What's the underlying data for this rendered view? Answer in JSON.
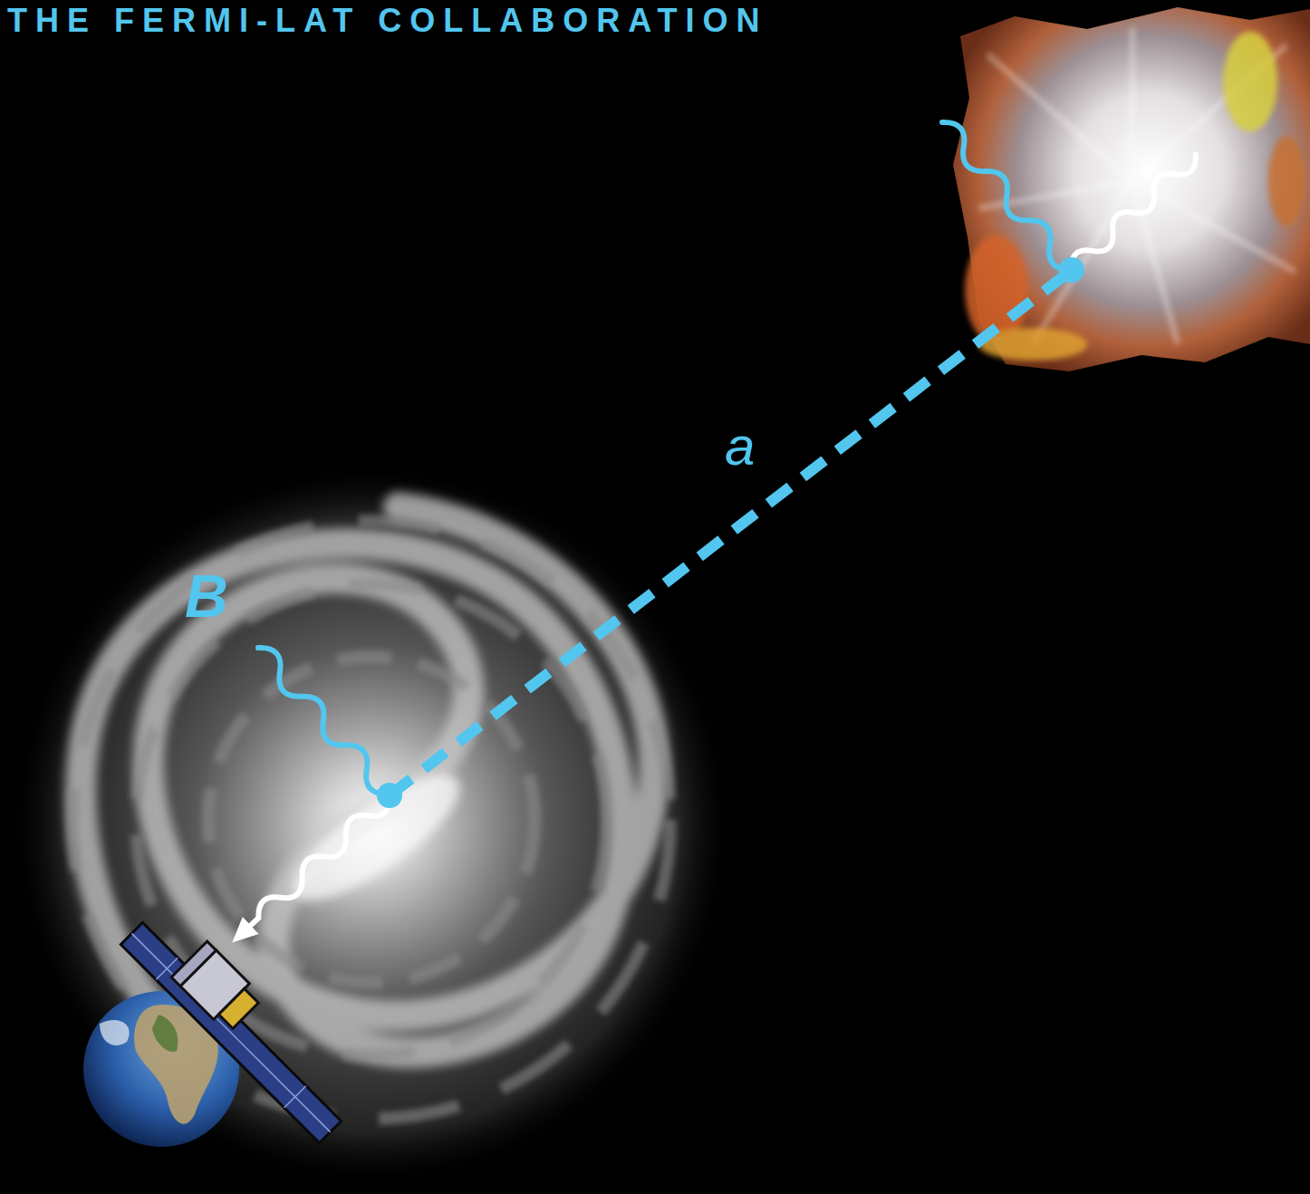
{
  "diagram": {
    "title": "THE FERMI-LAT COLLABORATION",
    "labels": [
      "a",
      "B"
    ]
  }
}
